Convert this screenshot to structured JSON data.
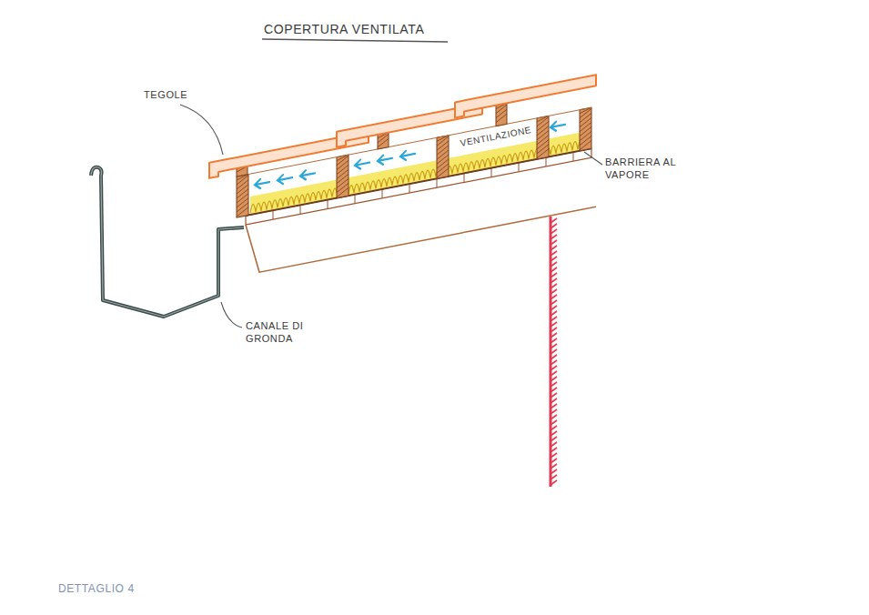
{
  "diagram": {
    "title": "COPERTURA VENTILATA",
    "labels": [
      "TEGOLE",
      "VENTILAZIONE",
      "BARRIERA AL VAPORE",
      "CANALE DI GRONDA",
      "DETTAGLIO 4"
    ]
  }
}
